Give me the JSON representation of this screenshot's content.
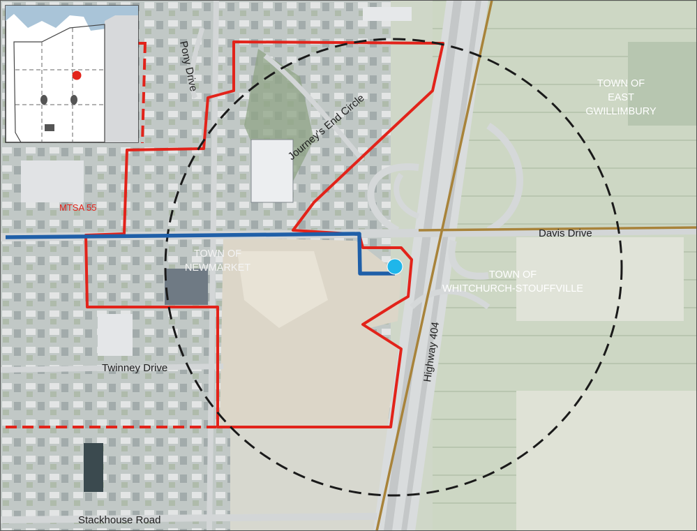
{
  "labels": {
    "pony_drive": "Pony Drive",
    "journeys_end_circle": "Journey's End Circle",
    "town_east_gwillimbury_line1": "TOWN OF",
    "town_east_gwillimbury_line2": "EAST",
    "town_east_gwillimbury_line3": "GWILLIMBURY",
    "mtsa": "MTSA 55",
    "davis_drive": "Davis Drive",
    "town_newmarket_line1": "TOWN OF",
    "town_newmarket_line2": "NEWMARKET",
    "town_whitchurch_line1": "TOWN OF",
    "town_whitchurch_line2": "WHITCHURCH-STOUFFVILLE",
    "highway_404": "Highway 404",
    "twinney_drive": "Twinney Drive",
    "stackhouse_road": "Stackhouse Road"
  },
  "colors": {
    "boundary_red": "#e2231a",
    "transit_blue": "#1f5fa8",
    "municipal_boundary": "#a8833a",
    "station_marker": "#1fb6ea",
    "farmland": "#c9d4c0",
    "urban": "#c4c8c9"
  }
}
